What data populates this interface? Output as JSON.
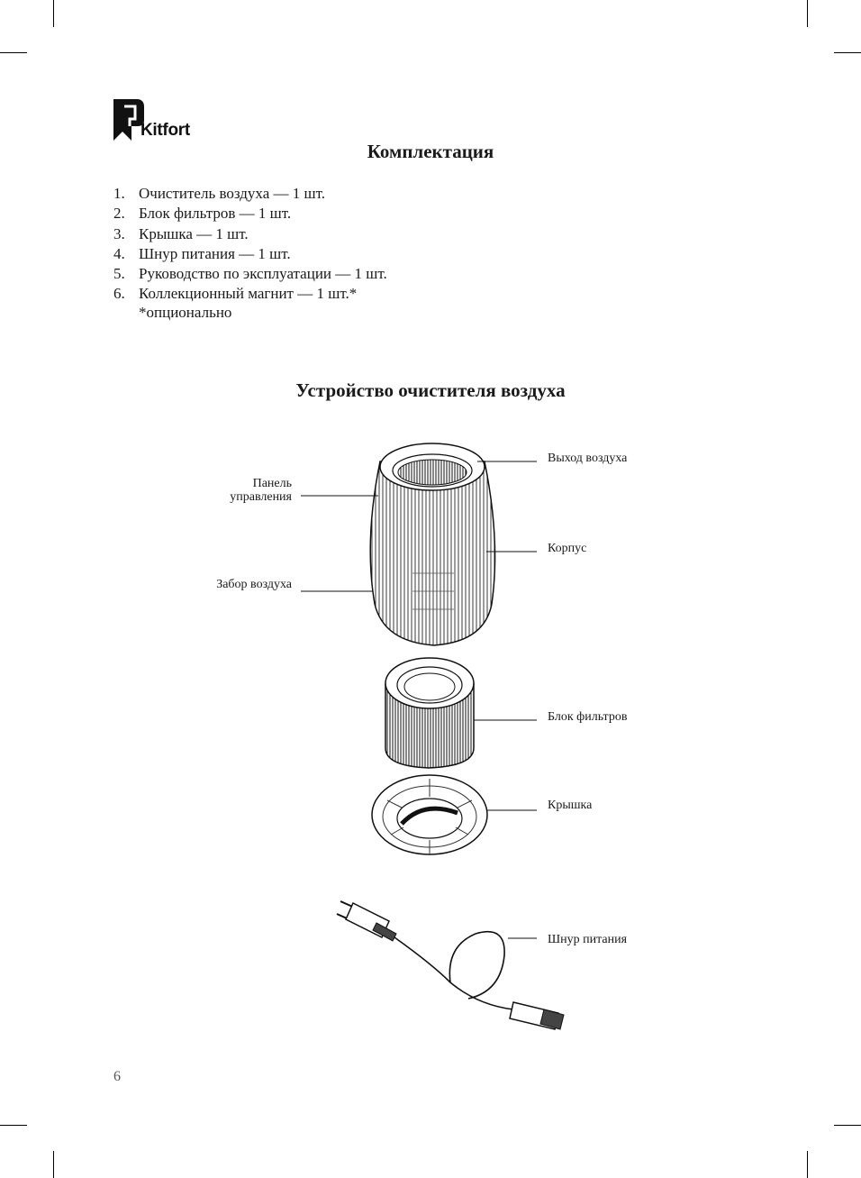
{
  "logo": {
    "text": "Kitfort"
  },
  "section1": {
    "title": "Комплектация",
    "items": [
      {
        "num": "1.",
        "text": "Очиститель воздуха — 1 шт."
      },
      {
        "num": "2.",
        "text": "Блок фильтров — 1 шт."
      },
      {
        "num": "3.",
        "text": "Крышка — 1 шт."
      },
      {
        "num": "4.",
        "text": "Шнур питания — 1 шт."
      },
      {
        "num": "5.",
        "text": "Руководство по эксплуатации — 1 шт."
      },
      {
        "num": "6.",
        "text": "Коллекционный магнит — 1 шт.*"
      }
    ],
    "note": "*опционально"
  },
  "section2": {
    "title": "Устройство очистителя воздуха",
    "labels": {
      "air_outlet": "Выход воздуха",
      "control_panel_1": "Панель",
      "control_panel_2": "управления",
      "body": "Корпус",
      "air_intake": "Забор воздуха",
      "filter_block": "Блок фильтров",
      "lid": "Крышка",
      "power_cord": "Шнур питания"
    }
  },
  "page_number": "6"
}
